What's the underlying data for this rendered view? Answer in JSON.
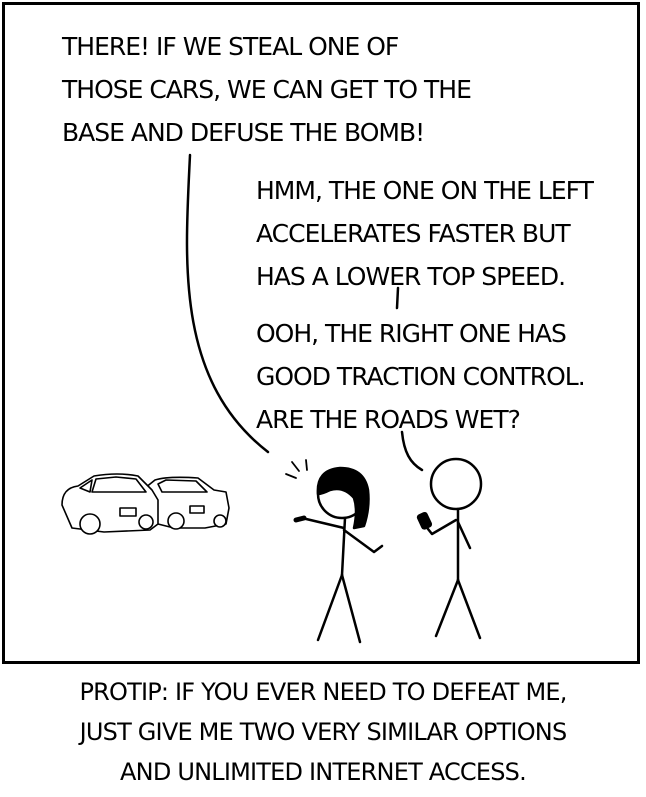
{
  "panel": {
    "speech_1": "THERE! IF WE STEAL ONE OF\nTHOSE CARS, WE CAN GET TO THE\nBASE AND DEFUSE THE BOMB!",
    "speech_2": "HMM, THE ONE ON THE LEFT\nACCELERATES FASTER BUT\nHAS A LOWER TOP SPEED.",
    "speech_3": "OOH, THE RIGHT ONE HAS\nGOOD TRACTION CONTROL.\nARE THE ROADS WET?"
  },
  "caption": "PROTIP: IF YOU EVER NEED TO DEFEAT ME,\nJUST GIVE ME TWO VERY SIMILAR OPTIONS\nAND UNLIMITED INTERNET ACCESS.",
  "colors": {
    "ink": "#000000",
    "paper": "#ffffff"
  },
  "icons": [
    "car",
    "stick-figure",
    "phone"
  ]
}
